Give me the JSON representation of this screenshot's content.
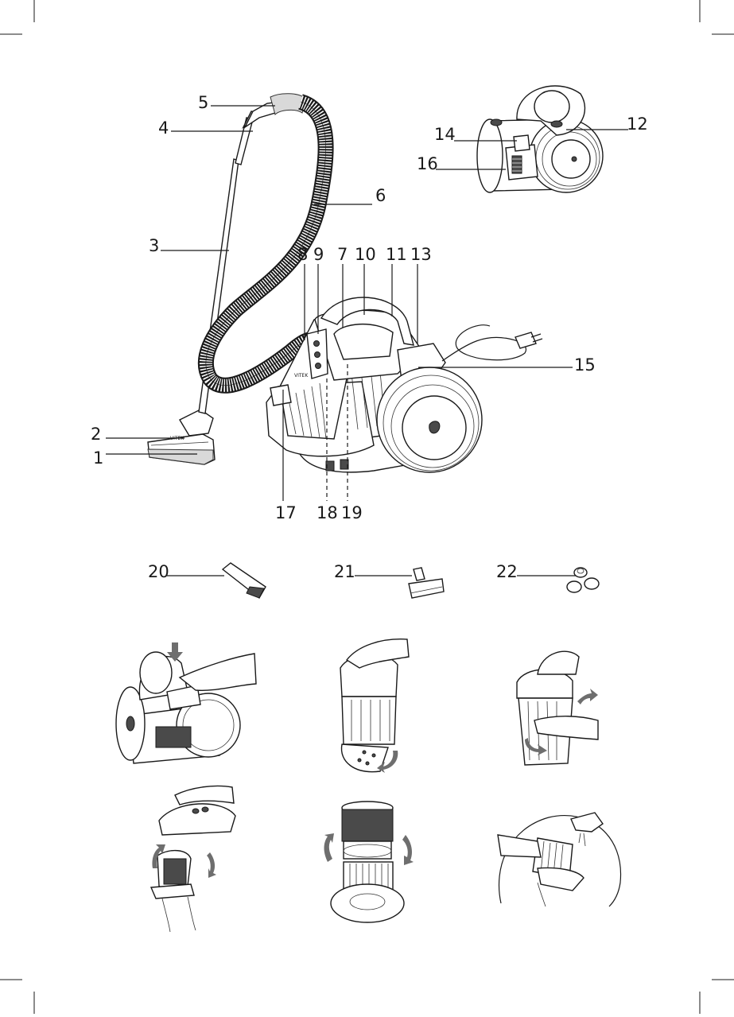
{
  "callouts": {
    "c1": "1",
    "c2": "2",
    "c3": "3",
    "c4": "4",
    "c5": "5",
    "c6": "6",
    "c7": "7",
    "c8": "8",
    "c9": "9",
    "c10": "10",
    "c11": "11",
    "c12": "12",
    "c13": "13",
    "c14": "14",
    "c15": "15",
    "c16": "16",
    "c17": "17",
    "c18": "18",
    "c19": "19",
    "c20": "20",
    "c21": "21",
    "c22": "22"
  },
  "brand": {
    "logo": "VITEK"
  },
  "icons": {
    "crop_marks": "crop-mark-icon",
    "rotate_arrows": "rotate-arrow-icon",
    "down_arrow": "down-arrow-icon"
  },
  "colors": {
    "ink": "#1a1a1a",
    "arrow": "#6e6e6e",
    "shade": "#d9d9d9"
  }
}
